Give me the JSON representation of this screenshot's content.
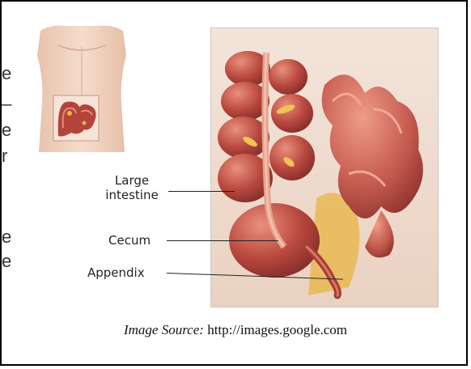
{
  "background_fragments": [
    "e",
    "_",
    "e",
    "r",
    "e",
    "e"
  ],
  "labels": {
    "large_intestine": "Large\nintestine",
    "cecum": "Cecum",
    "appendix": "Appendix"
  },
  "caption": {
    "prefix": "Image Source:",
    "url": "http://images.google.com"
  },
  "colors": {
    "intestine_red": "#b3443c",
    "intestine_highlight": "#e48b7a",
    "skin": "#f2d6c4",
    "fat_yellow": "#e8b64a",
    "frame": "#000000"
  }
}
